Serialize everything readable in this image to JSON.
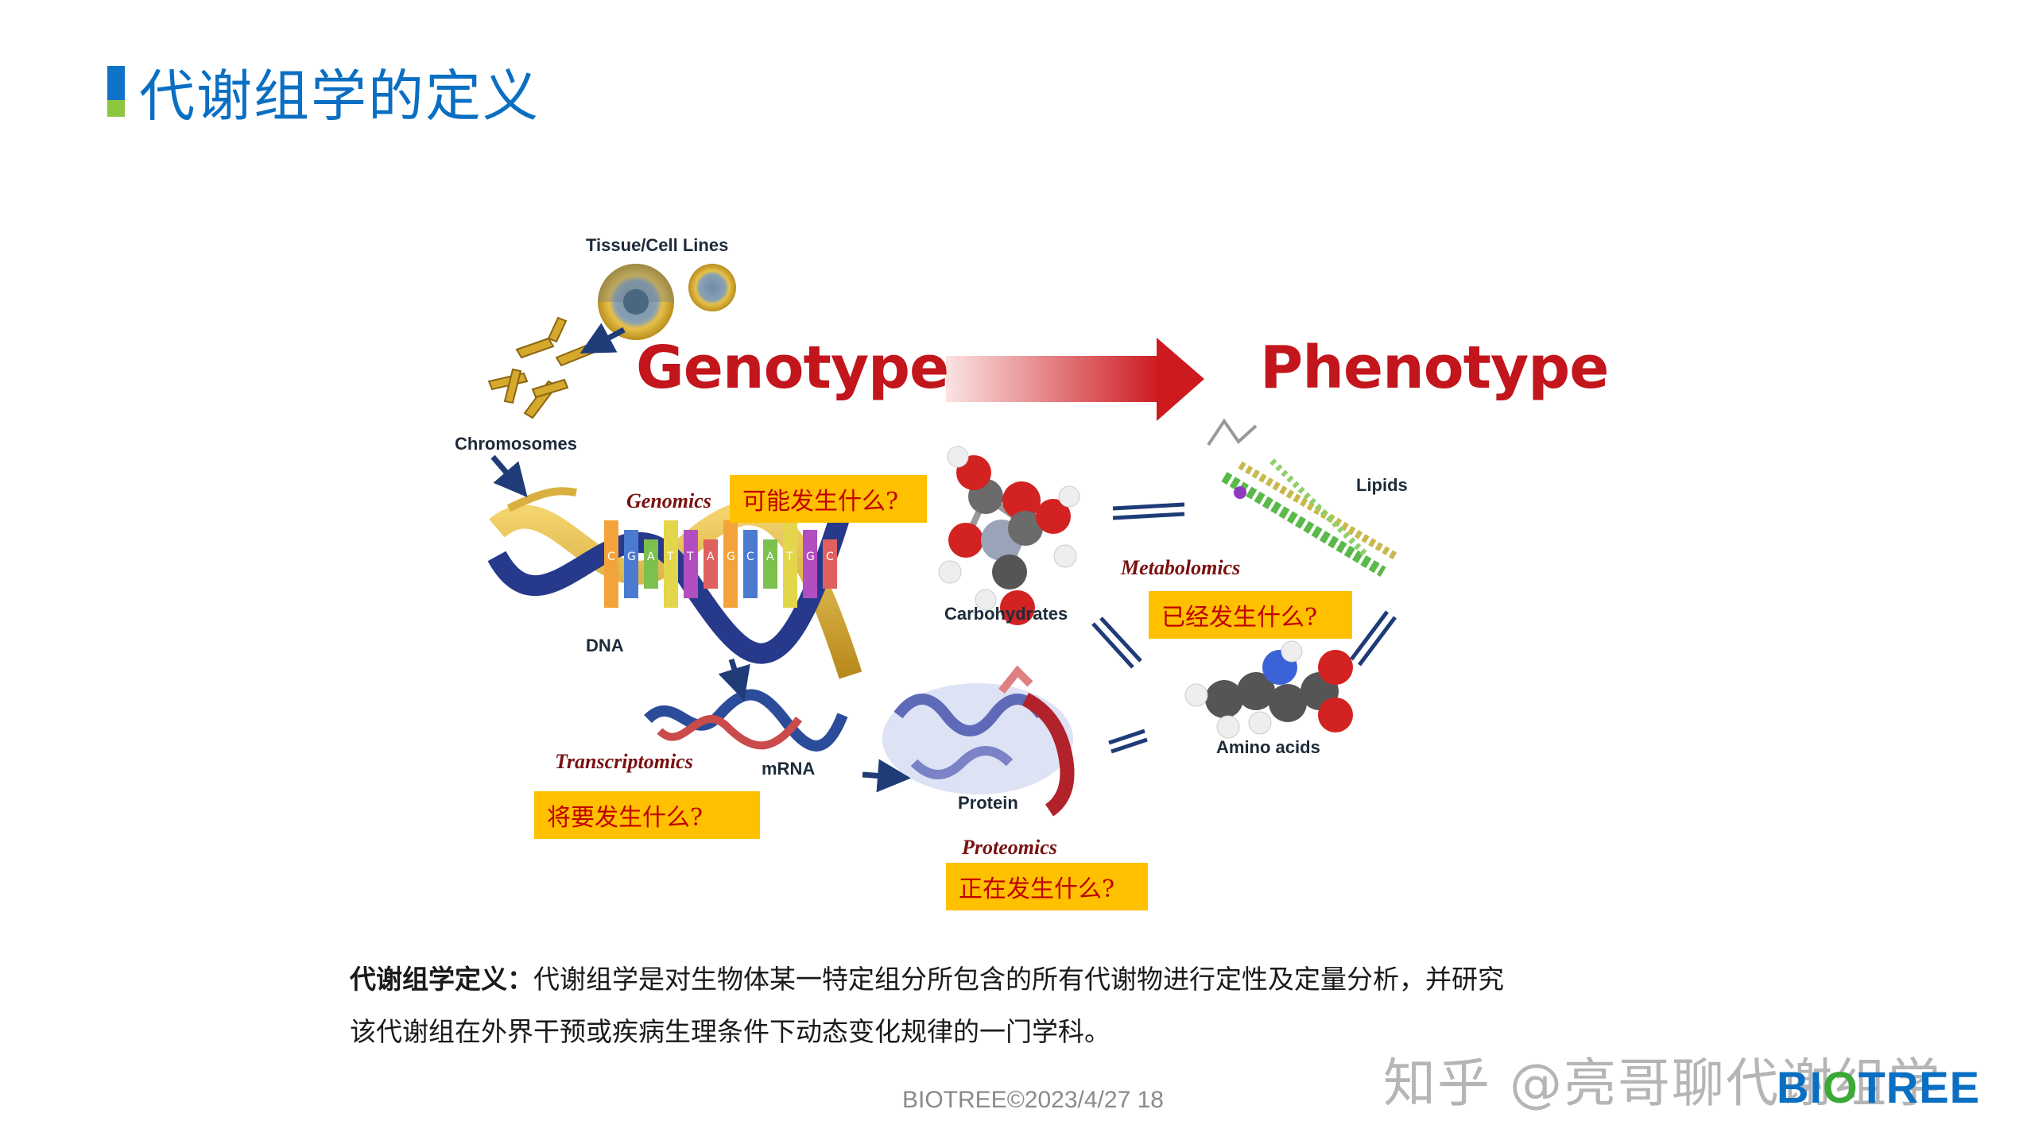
{
  "page": {
    "title": "代谢组学的定义",
    "accent_blue": "#0f73c9",
    "accent_green": "#8dc63f"
  },
  "diagram": {
    "genotype": "Genotype",
    "phenotype": "Phenotype",
    "labels": {
      "tissue": "Tissue/Cell Lines",
      "chromosomes": "Chromosomes",
      "dna": "DNA",
      "mrna": "mRNA",
      "protein": "Protein",
      "carbohydrates": "Carbohydrates",
      "lipids": "Lipids",
      "amino_acids": "Amino acids"
    },
    "omics": {
      "genomics": "Genomics",
      "transcriptomics": "Transcriptomics",
      "proteomics": "Proteomics",
      "metabolomics": "Metabolomics"
    },
    "questions": {
      "genomics": "可能发生什么?",
      "transcriptomics": "将要发生什么?",
      "proteomics": "正在发生什么?",
      "metabolomics": "已经发生什么?"
    },
    "dna_letters": [
      "C",
      "G",
      "A",
      "T",
      "T",
      "A",
      "G",
      "C",
      "A",
      "T",
      "G",
      "C"
    ]
  },
  "definition": {
    "term": "代谢组学定义：",
    "line1": "代谢组学是对生物体某一特定组分所包含的所有代谢物进行定性及定量分析，并研究",
    "line2": "该代谢组在外界干预或疾病生理条件下动态变化规律的一门学科。"
  },
  "footer": "BIOTREE©2023/4/27 18",
  "watermark": "知乎 @亮哥聊代谢组学",
  "logo": {
    "part1": "BI",
    "part2": "O",
    "part3": "TREE"
  }
}
